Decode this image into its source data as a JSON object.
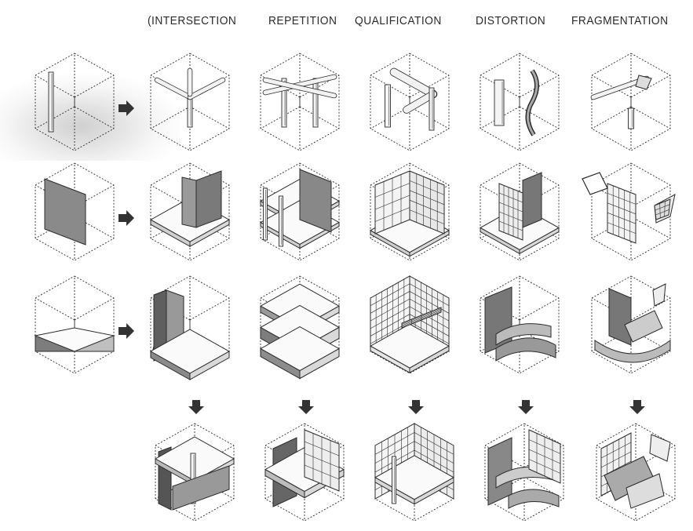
{
  "column_titles": [
    "(INTERSECTION",
    "REPETITION",
    "QUALIFICATION",
    "DISTORTION",
    "FRAGMENTATION"
  ],
  "rows": [
    {
      "id": "row-1",
      "element": "column"
    },
    {
      "id": "row-2",
      "element": "wall-plane"
    },
    {
      "id": "row-3",
      "element": "floor-slab"
    }
  ],
  "combined_row": {
    "id": "row-4",
    "element": "combined-space"
  },
  "colors": {
    "ink": "#2b2b2b",
    "shade": "#8a8a8a",
    "dark_shade": "#555555",
    "paper": "#ffffff"
  }
}
